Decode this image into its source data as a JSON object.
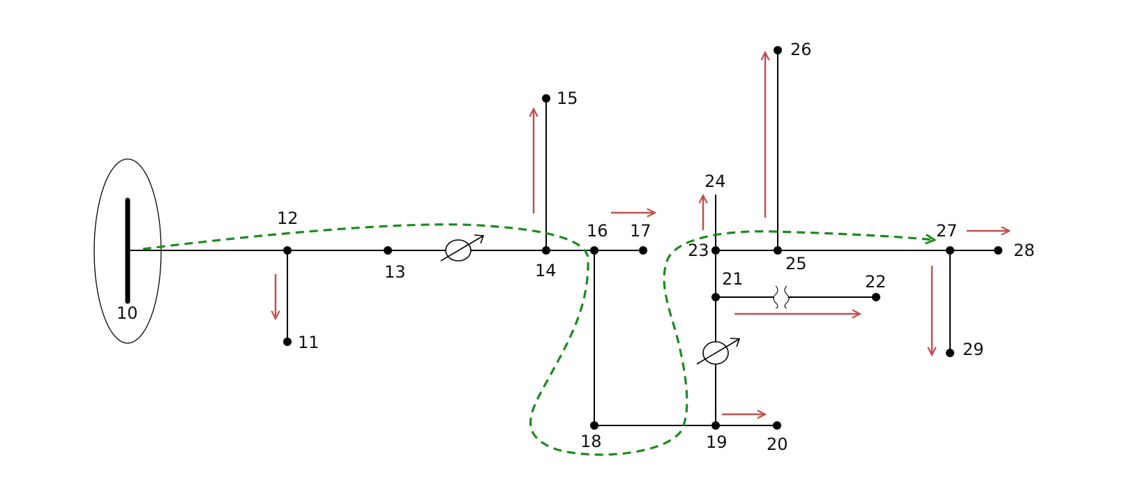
{
  "diagram": {
    "nodes": [
      {
        "id": "10",
        "label": "10"
      },
      {
        "id": "11",
        "label": "11"
      },
      {
        "id": "12",
        "label": "12"
      },
      {
        "id": "13",
        "label": "13"
      },
      {
        "id": "14",
        "label": "14"
      },
      {
        "id": "15",
        "label": "15"
      },
      {
        "id": "16",
        "label": "16"
      },
      {
        "id": "17",
        "label": "17"
      },
      {
        "id": "18",
        "label": "18"
      },
      {
        "id": "19",
        "label": "19"
      },
      {
        "id": "20",
        "label": "20"
      },
      {
        "id": "21",
        "label": "21"
      },
      {
        "id": "22",
        "label": "22"
      },
      {
        "id": "23",
        "label": "23"
      },
      {
        "id": "24",
        "label": "24"
      },
      {
        "id": "25",
        "label": "25"
      },
      {
        "id": "26",
        "label": "26"
      },
      {
        "id": "27",
        "label": "27"
      },
      {
        "id": "28",
        "label": "28"
      },
      {
        "id": "29",
        "label": "29"
      }
    ],
    "edges": [
      {
        "from": "10",
        "to": "12"
      },
      {
        "from": "12",
        "to": "11"
      },
      {
        "from": "12",
        "to": "13"
      },
      {
        "from": "13",
        "to": "14",
        "device": "regulator"
      },
      {
        "from": "14",
        "to": "15"
      },
      {
        "from": "14",
        "to": "16"
      },
      {
        "from": "16",
        "to": "17"
      },
      {
        "from": "16",
        "to": "18"
      },
      {
        "from": "18",
        "to": "19"
      },
      {
        "from": "19",
        "to": "20"
      },
      {
        "from": "19",
        "to": "21",
        "device": "regulator"
      },
      {
        "from": "21",
        "to": "22",
        "device": "transformer"
      },
      {
        "from": "21",
        "to": "23"
      },
      {
        "from": "23",
        "to": "24"
      },
      {
        "from": "23",
        "to": "25"
      },
      {
        "from": "25",
        "to": "26"
      },
      {
        "from": "25",
        "to": "27"
      },
      {
        "from": "27",
        "to": "28"
      },
      {
        "from": "27",
        "to": "29"
      }
    ],
    "colors": {
      "line": "#000000",
      "flow_arrow": "#c0504d",
      "path": "#1a8a1a",
      "node": "#000000"
    }
  }
}
